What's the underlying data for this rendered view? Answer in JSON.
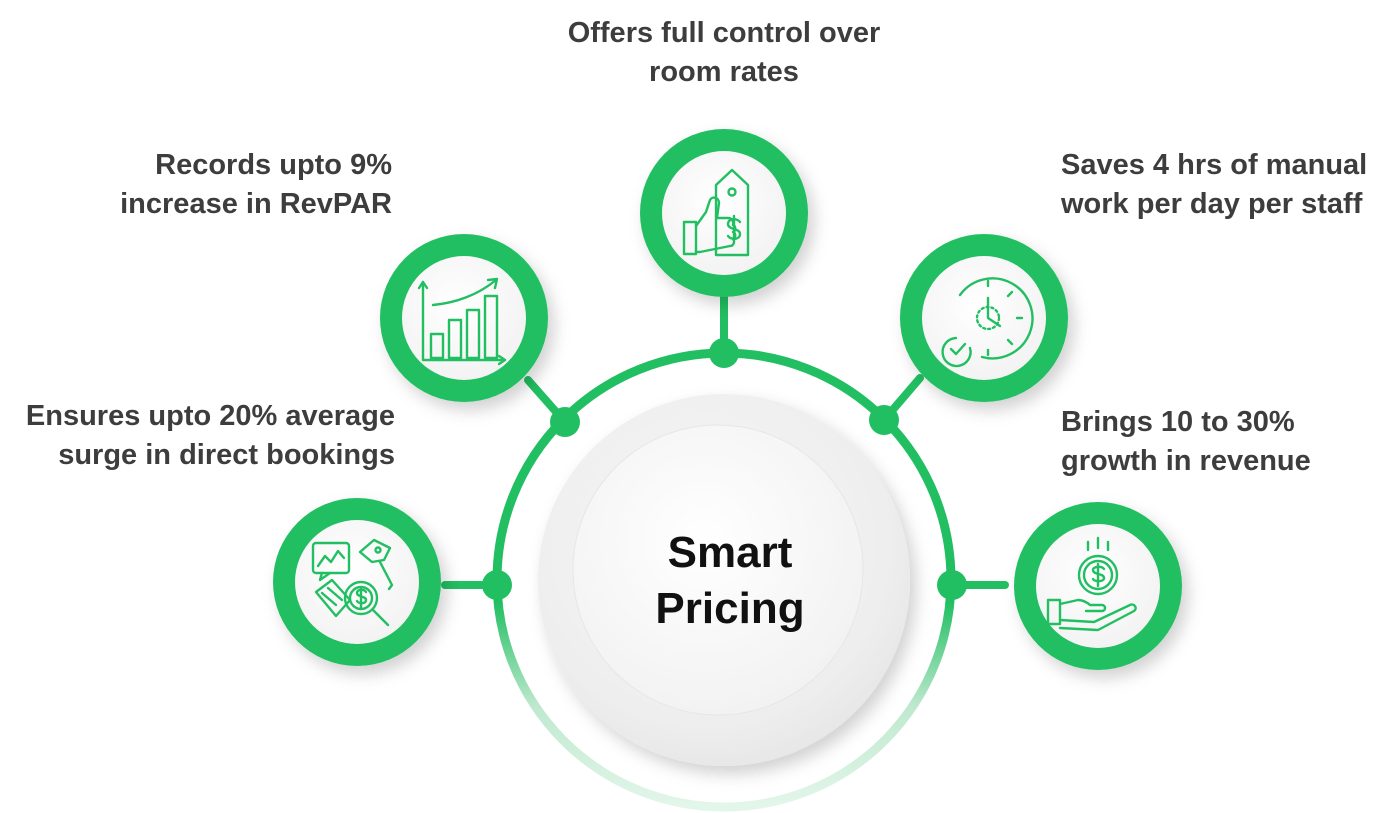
{
  "center": {
    "line1": "Smart",
    "line2": "Pricing"
  },
  "features": [
    {
      "icon": "thumbs-up-price-tag-icon",
      "line1": "Offers full control over",
      "line2": "room rates"
    },
    {
      "icon": "bar-chart-growth-icon",
      "line1": "Records upto 9%",
      "line2": "increase in RevPAR"
    },
    {
      "icon": "clock-time-saving-icon",
      "line1": "Saves 4 hrs of manual",
      "line2": "work per day per staff"
    },
    {
      "icon": "analytics-dollar-search-icon",
      "line1": "Ensures upto 20% average",
      "line2": "surge in direct bookings"
    },
    {
      "icon": "hand-dollar-coin-icon",
      "line1": "Brings 10 to 30%",
      "line2": "growth in revenue"
    }
  ],
  "colors": {
    "accent": "#22bf62",
    "icon_stroke": "#22bf62",
    "label_text": "#3d3d3d",
    "title_text": "#111111",
    "ring_fade": "#d7f2e2"
  }
}
